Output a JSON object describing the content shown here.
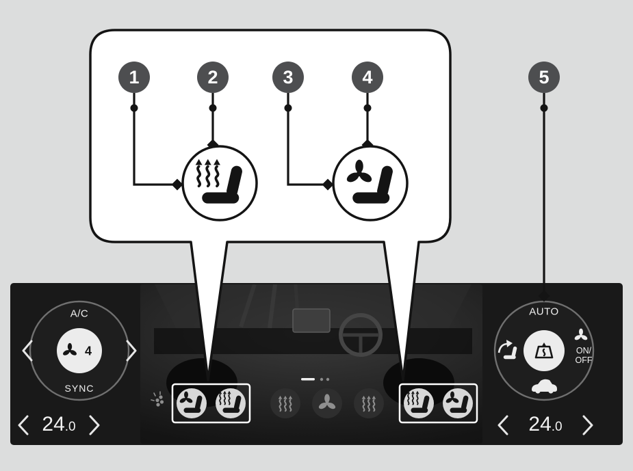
{
  "diagram": {
    "callout_1": "1",
    "callout_2": "2",
    "callout_3": "3",
    "callout_4": "4",
    "callout_5": "5"
  },
  "panel": {
    "left_dial": {
      "ac": "A/C",
      "fan_speed": "4",
      "sync": "SYNC"
    },
    "right_dial": {
      "auto": "AUTO",
      "fan_onoff_1": "ON/",
      "fan_onoff_2": "OFF"
    },
    "left_temp": {
      "whole": "24",
      "fraction": ".0"
    },
    "right_temp": {
      "whole": "24",
      "fraction": ".0"
    }
  },
  "icons": {
    "seat_heater": "seat with rising heat-wave arrows",
    "seat_ventilation": "seat with three-blade fan",
    "fan": "three-blade fan",
    "ionizer": "ion particle cluster",
    "heat_waves": "three wavy heat lines",
    "air_swirl": "fan swirl",
    "airflow_mode": "arrow toward seat",
    "windshield_defrost": "windshield with up arrow",
    "car": "car side silhouette",
    "chevron": "thin angle bracket"
  },
  "colors": {
    "page_bg": "#dcdddd",
    "panel_bg": "#191919",
    "callout_circle": "#4d4e50",
    "highlight_box": "#ffffff",
    "text_light": "#f0f0f0",
    "ink": "#141414"
  }
}
